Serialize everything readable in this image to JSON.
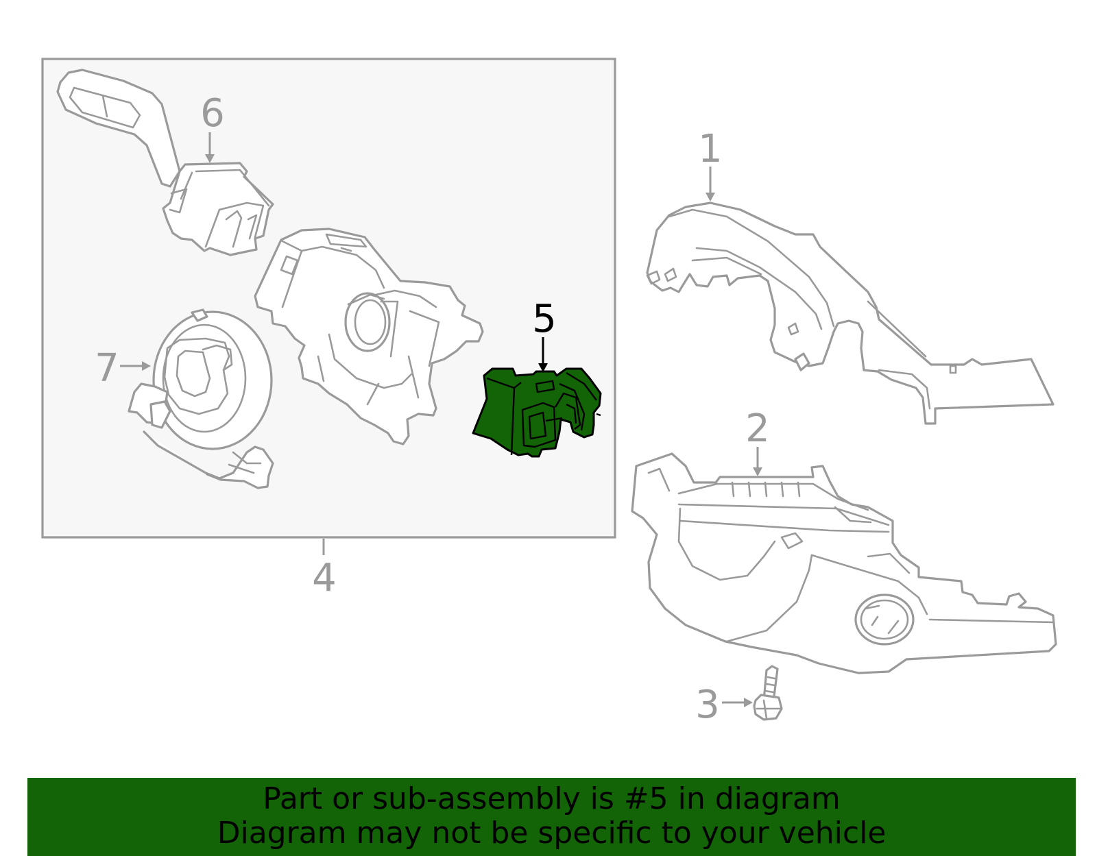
{
  "diagram": {
    "callouts": {
      "c1": "1",
      "c2": "2",
      "c3": "3",
      "c4": "4",
      "c5": "5",
      "c6": "6",
      "c7": "7"
    },
    "highlighted_callout": "5",
    "highlight_color": "#136307",
    "line_color": "#9a9a9a"
  },
  "banner": {
    "line1": "Part or sub-assembly is #5 in diagram",
    "line2": "Diagram may not be specific to your vehicle",
    "background": "#136307"
  }
}
